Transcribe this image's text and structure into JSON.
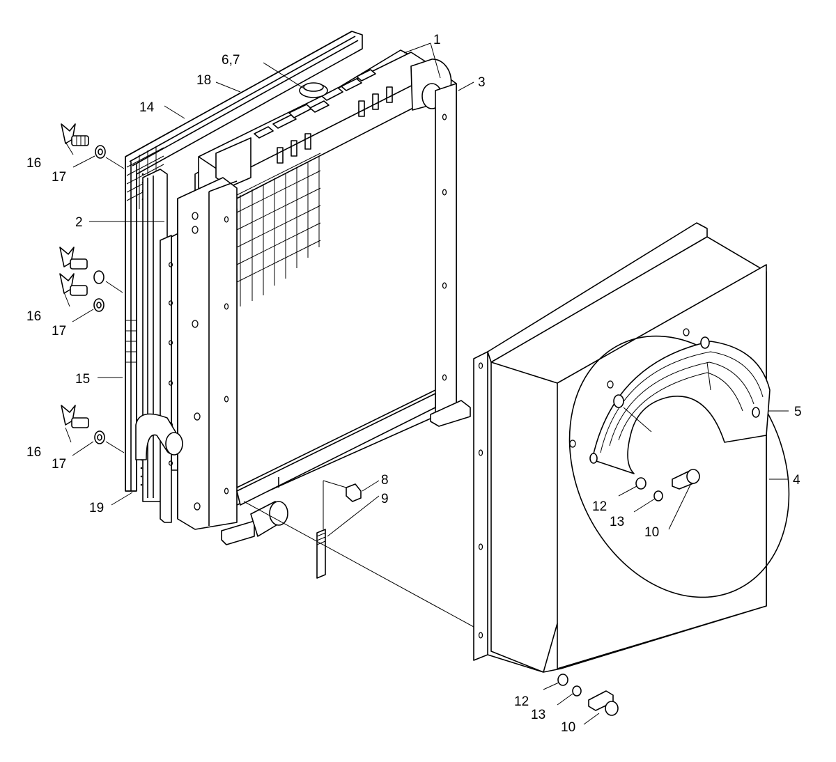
{
  "diagram": {
    "callouts": [
      {
        "id": "c1",
        "text": "1"
      },
      {
        "id": "c2",
        "text": "2"
      },
      {
        "id": "c3",
        "text": "3"
      },
      {
        "id": "c4",
        "text": "4"
      },
      {
        "id": "c5",
        "text": "5"
      },
      {
        "id": "c67",
        "text": "6,7"
      },
      {
        "id": "c8",
        "text": "8"
      },
      {
        "id": "c9",
        "text": "9"
      },
      {
        "id": "c10a",
        "text": "10"
      },
      {
        "id": "c10b",
        "text": "10"
      },
      {
        "id": "c12a",
        "text": "12"
      },
      {
        "id": "c12b",
        "text": "12"
      },
      {
        "id": "c13a",
        "text": "13"
      },
      {
        "id": "c13b",
        "text": "13"
      },
      {
        "id": "c14",
        "text": "14"
      },
      {
        "id": "c15",
        "text": "15"
      },
      {
        "id": "c16a",
        "text": "16"
      },
      {
        "id": "c16b",
        "text": "16"
      },
      {
        "id": "c16c",
        "text": "16"
      },
      {
        "id": "c17a",
        "text": "17"
      },
      {
        "id": "c17b",
        "text": "17"
      },
      {
        "id": "c17c",
        "text": "17"
      },
      {
        "id": "c18",
        "text": "18"
      },
      {
        "id": "c19",
        "text": "19"
      }
    ]
  }
}
